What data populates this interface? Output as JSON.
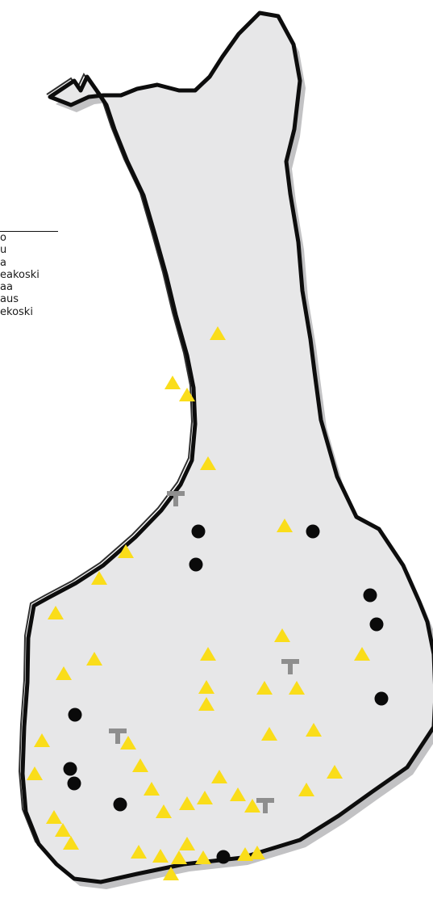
{
  "legend": {
    "items": [
      "o",
      "u",
      "a",
      "eakoski",
      "aa",
      "aus",
      "ekoski"
    ]
  },
  "colors": {
    "land": "#e7e7e8",
    "shadow": "#c2c2c4",
    "border": "#0d0d0d",
    "triangle": "#fadd1a",
    "dot": "#0a0a0a",
    "tee": "#8e8e8e"
  },
  "marker_types": {
    "triangle": "yellow triangle",
    "dot": "black dot",
    "tee": "grey T"
  }
}
